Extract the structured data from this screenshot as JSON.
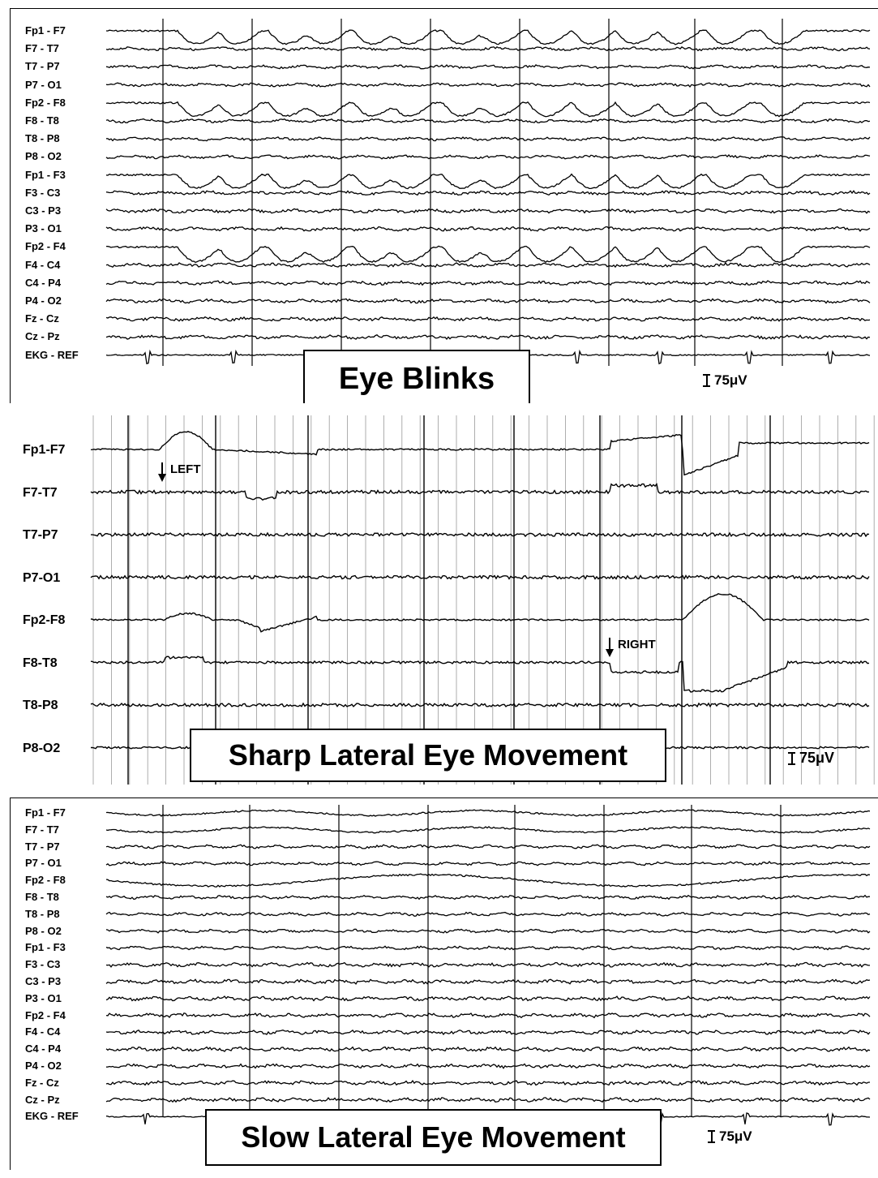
{
  "panels": [
    {
      "id": "eye-blinks",
      "title": "Eye Blinks",
      "scale_label": "75μV",
      "channels": [
        "Fp1 - F7",
        "F7 - T7",
        "T7 - P7",
        "P7 - O1",
        "Fp2 - F8",
        "F8 - T8",
        "T8 - P8",
        "P8 - O2",
        "Fp1 - F3",
        "F3 - C3",
        "C3 - P3",
        "P3 - O1",
        "Fp2 - F4",
        "F4 - C4",
        "C4 - P4",
        "P4 - O2",
        "Fz - Cz",
        "Cz - Pz",
        "EKG - REF"
      ]
    },
    {
      "id": "sharp-lateral",
      "title": "Sharp Lateral Eye Movement",
      "scale_label": "75μV",
      "channels": [
        "Fp1-F7",
        "F7-T7",
        "T7-P7",
        "P7-O1",
        "Fp2-F8",
        "F8-T8",
        "T8-P8",
        "P8-O2"
      ],
      "markers": [
        {
          "label": "LEFT"
        },
        {
          "label": "RIGHT"
        }
      ]
    },
    {
      "id": "slow-lateral",
      "title": "Slow Lateral Eye Movement",
      "scale_label": "75μV",
      "channels": [
        "Fp1 - F7",
        "F7 - T7",
        "T7 - P7",
        "P7 - O1",
        "Fp2 - F8",
        "F8 - T8",
        "T8 - P8",
        "P8 - O2",
        "Fp1 - F3",
        "F3 - C3",
        "C3 - P3",
        "P3 - O1",
        "Fp2 - F4",
        "F4 - C4",
        "C4 - P4",
        "P4 - O2",
        "Fz - Cz",
        "Cz - Pz",
        "EKG - REF"
      ]
    }
  ]
}
